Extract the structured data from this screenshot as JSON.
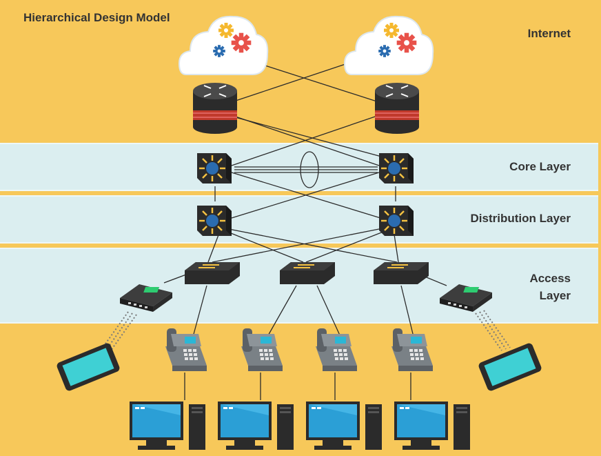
{
  "title": "Hierarchical Design Model",
  "layers": {
    "internet": "Internet",
    "core": "Core Layer",
    "distribution": "Distribution Layer",
    "access_line1": "Access",
    "access_line2": "Layer"
  },
  "colors": {
    "background": "#f7c85a",
    "band": "#dbeef0",
    "device_dark": "#2b2b2b",
    "router_red": "#c0392b",
    "switch_core": "#2b6cb0",
    "screen_cyan": "#2bb7d6"
  },
  "icons": [
    "cloud-gears-icon",
    "router-icon",
    "layer3-switch-icon",
    "access-switch-icon",
    "wireless-access-point-icon",
    "ip-phone-icon",
    "desktop-computer-icon",
    "tablet-icon"
  ]
}
